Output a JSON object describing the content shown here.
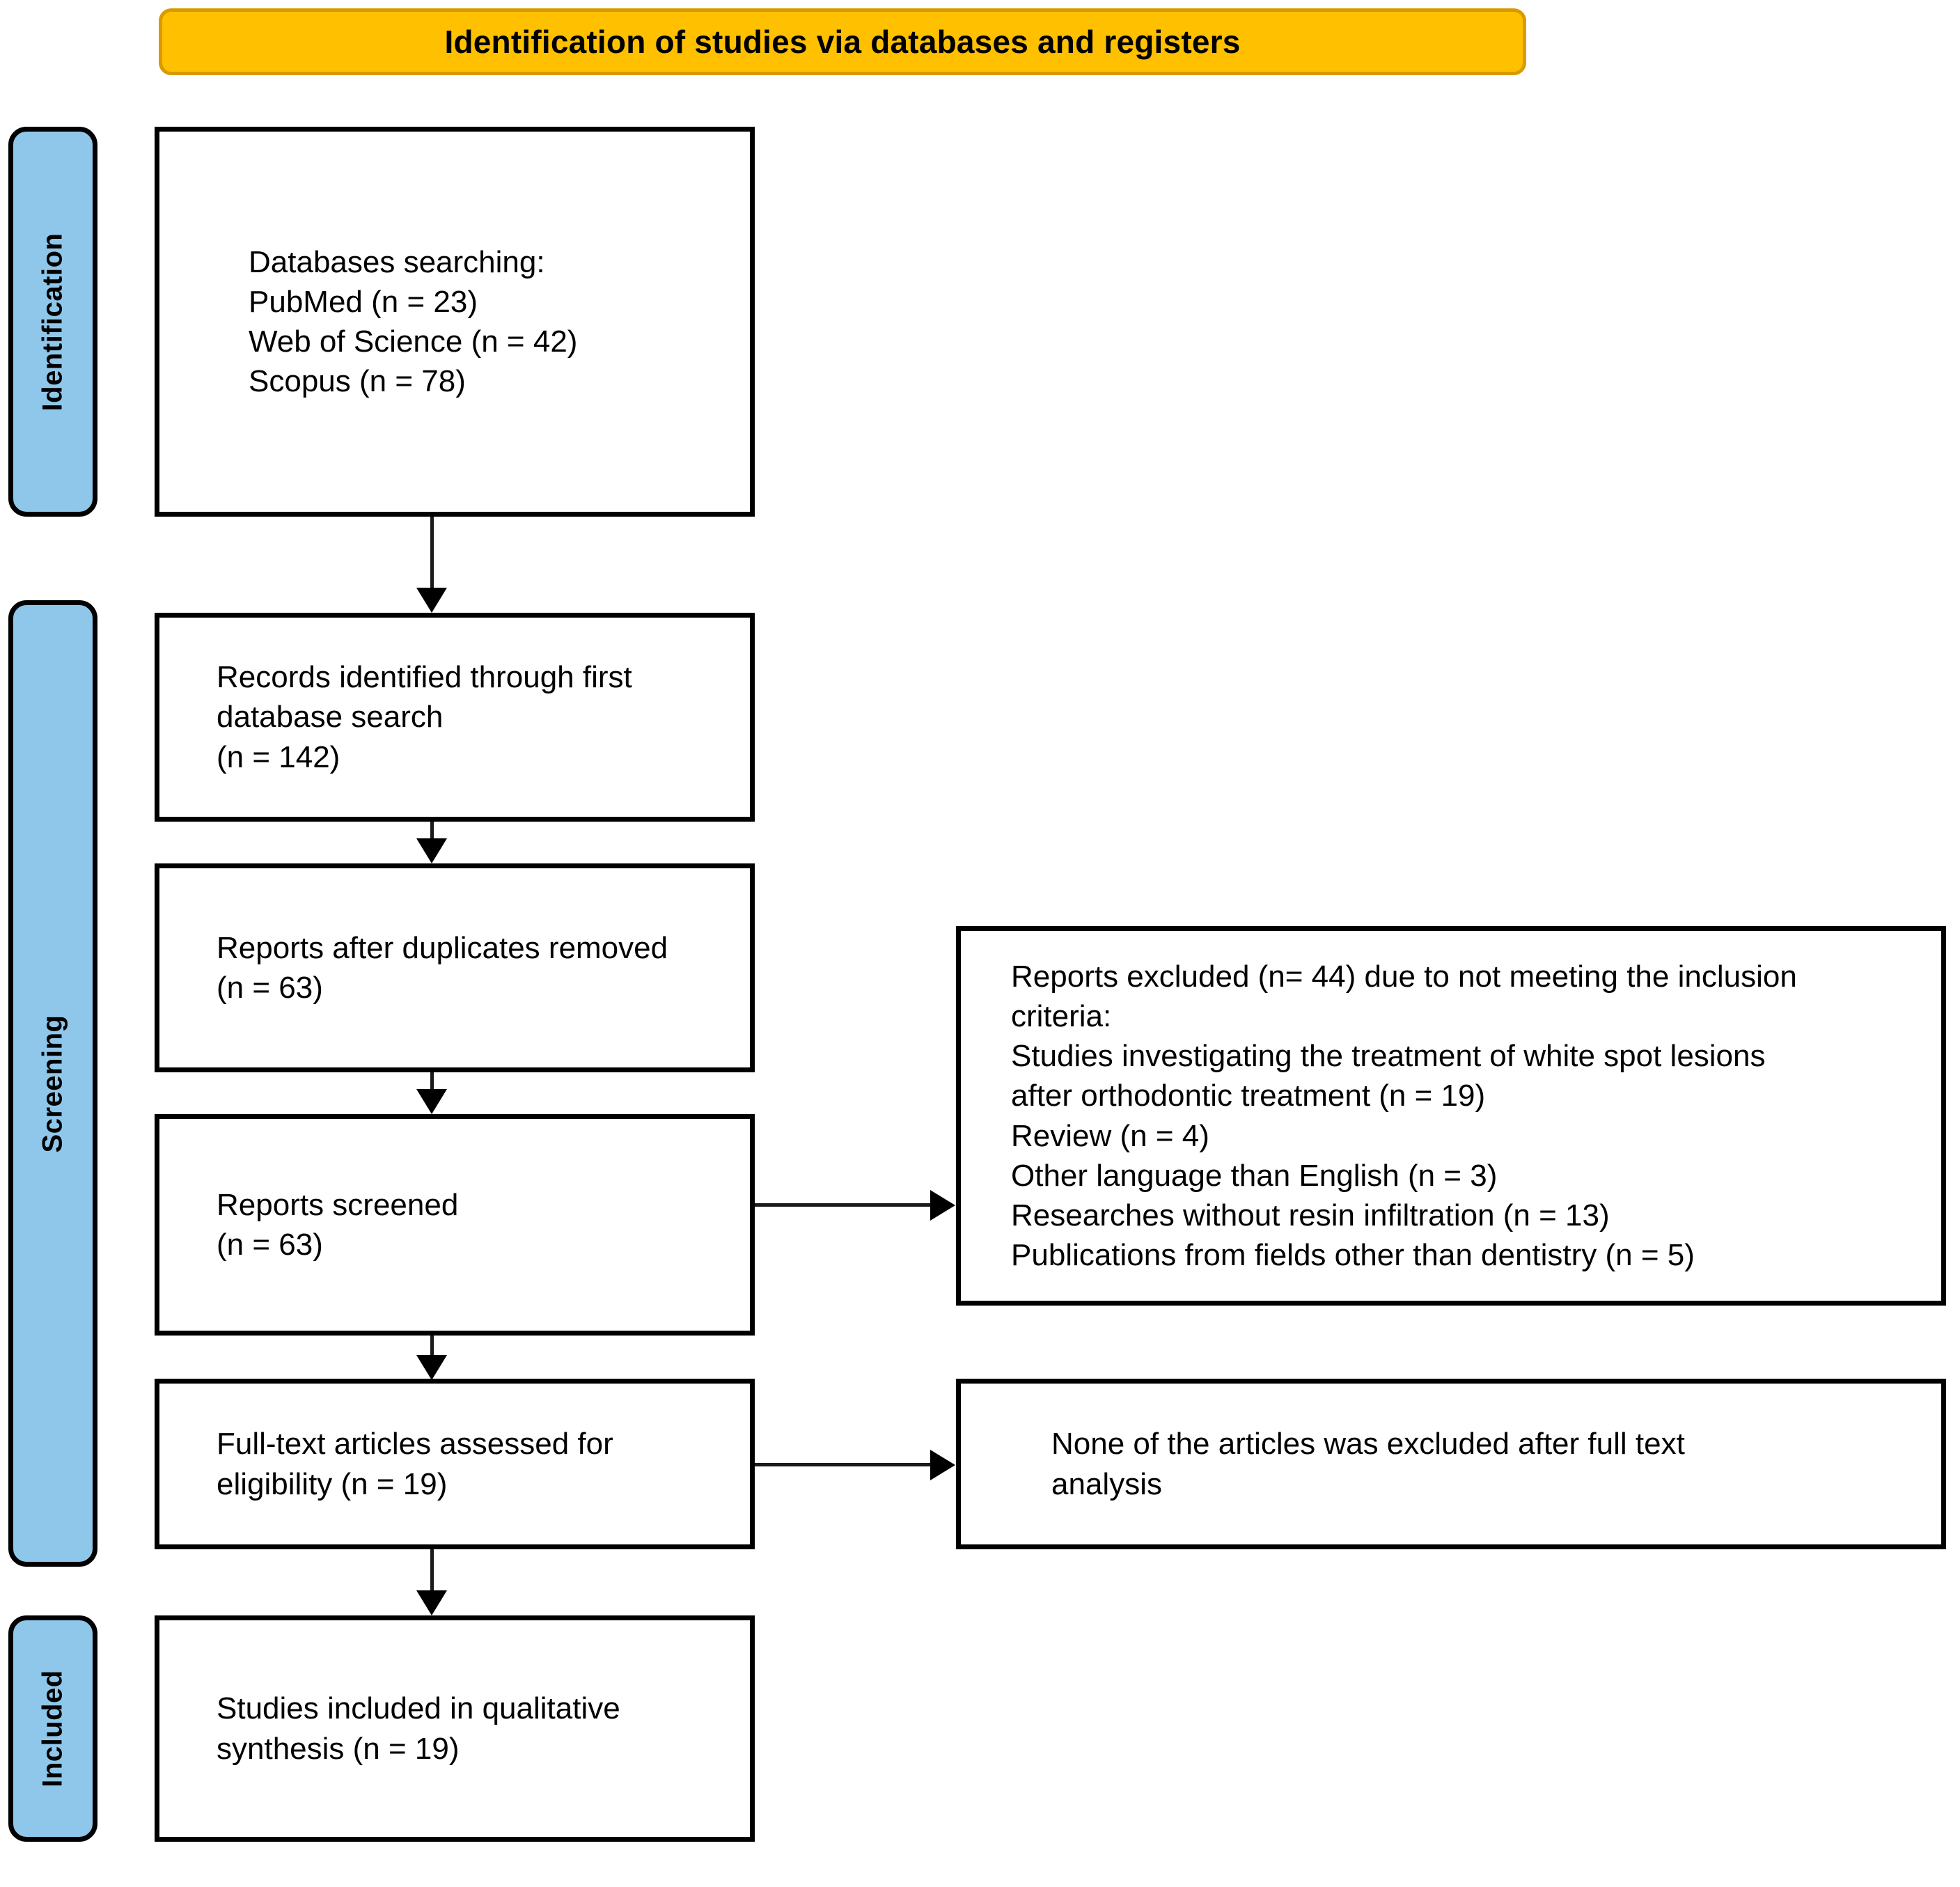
{
  "banner": {
    "title": "Identification of studies via databases and registers"
  },
  "stages": [
    {
      "id": "identification",
      "label": "Identification"
    },
    {
      "id": "screening",
      "label": "Screening"
    },
    {
      "id": "included",
      "label": "Included"
    }
  ],
  "boxes": {
    "databases": "Databases searching:\nPubMed (n = 23)\nWeb of Science (n = 42)\nScopus (n = 78)",
    "records": "Records identified through first\ndatabase search\n(n = 142)",
    "duplicates": "Reports after duplicates removed\n(n = 63)",
    "screened": "Reports screened\n(n = 63)",
    "excluded": "Reports excluded (n= 44) due to not meeting the inclusion\ncriteria:\nStudies investigating the treatment of white spot lesions\nafter orthodontic treatment (n = 19)\nReview (n = 4)\nOther language than English (n = 3)\nResearches without resin infiltration (n = 13)\nPublications from fields other than dentistry (n = 5)",
    "fulltext": "Full-text articles assessed for\neligibility (n = 19)",
    "none_excluded": "None of the articles was excluded after full text\nanalysis",
    "included": "Studies included in qualitative\nsynthesis (n = 19)"
  },
  "counts": {
    "pubmed": 23,
    "web_of_science": 42,
    "scopus": 78,
    "records_identified": 142,
    "after_duplicates": 63,
    "screened": 63,
    "excluded_total": 44,
    "excluded_white_spot_lesions": 19,
    "excluded_review": 4,
    "excluded_other_language": 3,
    "excluded_no_resin_infiltration": 13,
    "excluded_non_dentistry": 5,
    "fulltext_assessed": 19,
    "included_qualitative": 19
  },
  "colors": {
    "banner_fill": "#FFC000",
    "banner_border": "#D99A00",
    "stagebar_fill": "#8FC7EA",
    "box_border": "#000000",
    "box_fill": "#FFFFFF",
    "text": "#000000"
  }
}
